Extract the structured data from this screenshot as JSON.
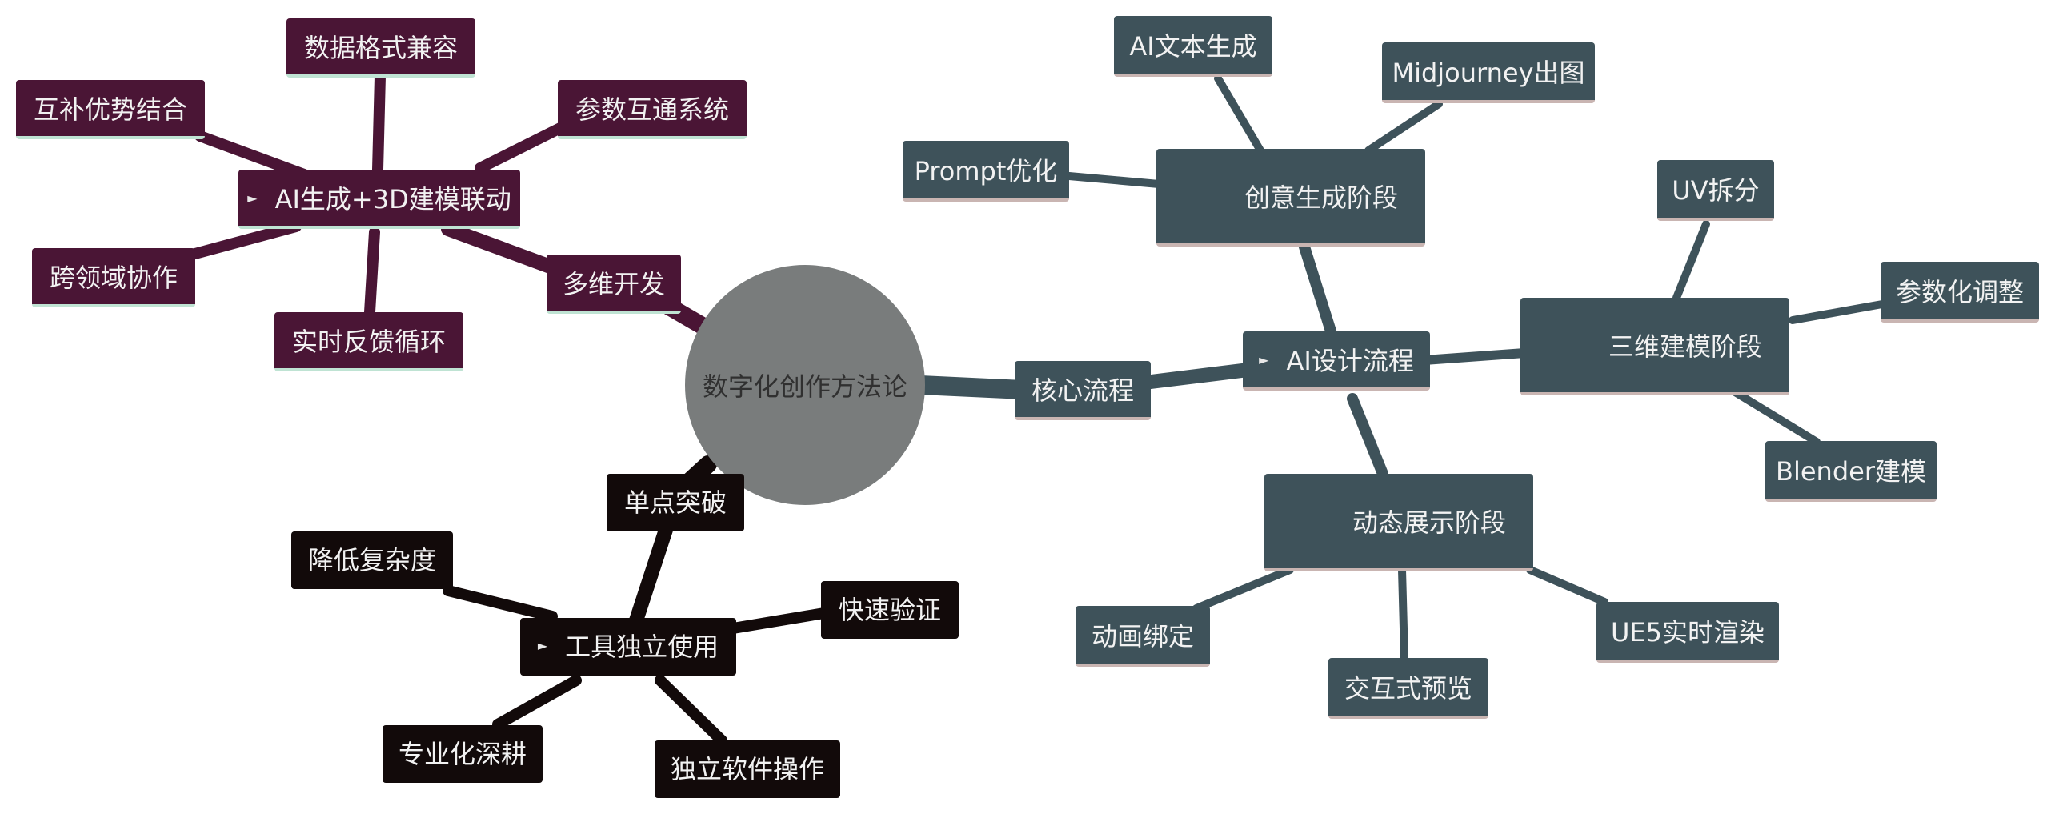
{
  "central": {
    "label": "数字化创作方法论"
  },
  "branches": {
    "ai_3d": {
      "color": "#4a1535",
      "label": "AI生成+3D建模联动",
      "connector": "多维开发",
      "children": [
        "数据格式兼容",
        "参数互通系统",
        "互补优势结合",
        "跨领域协作",
        "实时反馈循环"
      ]
    },
    "core": {
      "color": "#3e525a",
      "label": "AI设计流程",
      "connector": "核心流程",
      "stages": [
        {
          "label": "创意生成阶段",
          "children": [
            "AI文本生成",
            "Midjourney出图",
            "Prompt优化"
          ]
        },
        {
          "label": "三维建模阶段",
          "children": [
            "UV拆分",
            "参数化调整",
            "Blender建模"
          ]
        },
        {
          "label": "动态展示阶段",
          "children": [
            "动画绑定",
            "交互式预览",
            "UE5实时渲染"
          ]
        }
      ]
    },
    "tools": {
      "color": "#120a0a",
      "label": "工具独立使用",
      "connector": "单点突破",
      "children": [
        "降低复杂度",
        "快速验证",
        "专业化深耕",
        "独立软件操作"
      ]
    }
  }
}
